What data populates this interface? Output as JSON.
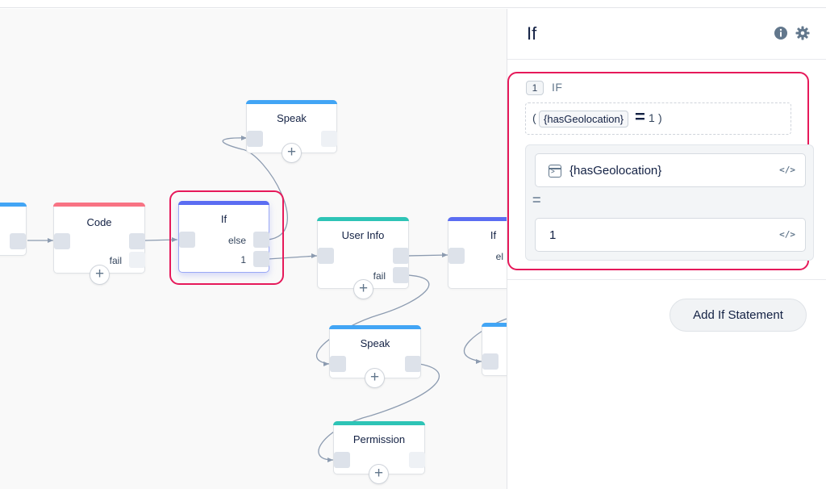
{
  "canvas": {
    "nodes": {
      "code": {
        "title": "Code",
        "fail_label": "fail",
        "bar_color": "#f87384"
      },
      "if_main": {
        "title": "If",
        "else_label": "else",
        "one_label": "1",
        "bar_color": "#5b6df2"
      },
      "speak_top": {
        "title": "Speak",
        "bar_color": "#42a5f5"
      },
      "user_info": {
        "title": "User Info",
        "fail_label": "fail",
        "bar_color": "#2ec4b6"
      },
      "if_right": {
        "title": "If",
        "else_label": "el",
        "bar_color": "#5b6df2"
      },
      "speak_mid": {
        "title": "Speak",
        "bar_color": "#42a5f5"
      },
      "permission": {
        "title": "Permission",
        "bar_color": "#2ec4b6"
      }
    },
    "add_glyph": "+"
  },
  "panel": {
    "title": "If",
    "icons": [
      "info-icon",
      "gear-icon"
    ],
    "condition": {
      "index": "1",
      "label": "IF",
      "expression": {
        "open": "(",
        "variable": "{hasGeolocation}",
        "operator": "=",
        "value": "1",
        "close": ")"
      },
      "left_operand": "{hasGeolocation}",
      "operator": "=",
      "right_operand": "1",
      "code_toggle": "</>"
    },
    "add_button": "Add If Statement"
  },
  "colors": {
    "highlight": "#e6195a",
    "accent_blue": "#42a5f5",
    "accent_teal": "#2ec4b6",
    "accent_purple": "#5b6df2",
    "accent_red": "#f87384"
  }
}
